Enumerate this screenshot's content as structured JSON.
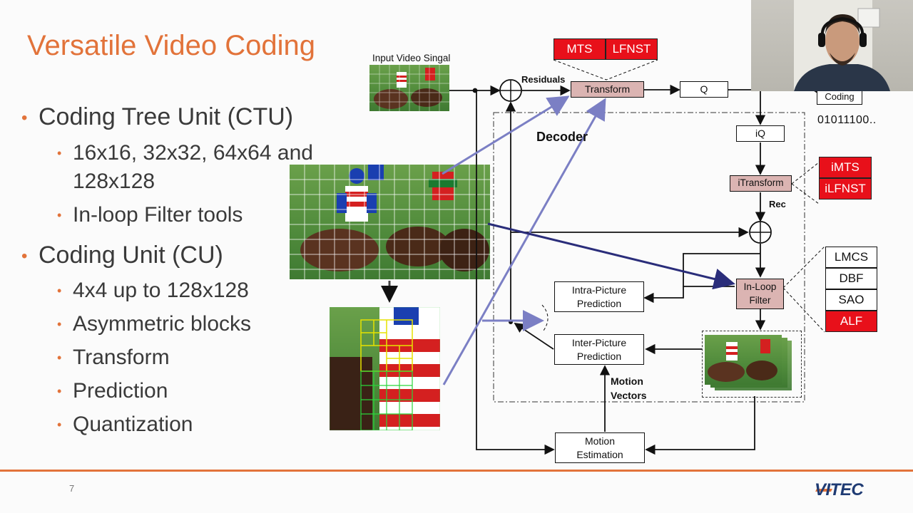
{
  "slide": {
    "title": "Versatile Video Coding",
    "page_number": "7",
    "logo_text": "VITEC",
    "bullets": [
      {
        "text": "Coding Tree Unit (CTU)",
        "level": 1
      },
      {
        "text": "16x16, 32x32, 64x64 and",
        "level": 2
      },
      {
        "text": "128x128",
        "level": 2,
        "continuation": true
      },
      {
        "text": "In-loop Filter tools",
        "level": 2
      },
      {
        "text": "Coding Unit (CU)",
        "level": 1
      },
      {
        "text": "4x4 up to 128x128",
        "level": 2
      },
      {
        "text": "Asymmetric blocks",
        "level": 2
      },
      {
        "text": "Transform",
        "level": 2
      },
      {
        "text": "Prediction",
        "level": 2
      },
      {
        "text": "Quantization",
        "level": 2
      }
    ]
  },
  "diagram": {
    "input_label": "Input Video Singal",
    "residuals_label": "Residuals",
    "transform": "Transform",
    "q": "Q",
    "coding": "Coding",
    "bitstream": "01011100..",
    "decoder_label": "Decoder",
    "iq": "iQ",
    "itransform": "iTransform",
    "rec_label": "Rec",
    "in_loop_filter": "In-Loop Filter",
    "intra_prediction": "Intra-Picture Prediction",
    "inter_prediction": "Inter-Picture Prediction",
    "motion_vectors": "Motion Vectors",
    "motion_estimation": "Motion Estimation",
    "transform_tools": [
      "MTS",
      "LFNST"
    ],
    "itransform_tools": [
      "iMTS",
      "iLFNST"
    ],
    "filter_tools": [
      {
        "label": "LMCS",
        "highlight": false
      },
      {
        "label": "DBF",
        "highlight": false
      },
      {
        "label": "SAO",
        "highlight": false
      },
      {
        "label": "ALF",
        "highlight": true
      }
    ]
  },
  "colors": {
    "accent": "#e2733a",
    "highlight_red": "#e8101a",
    "pink_box": "#dbb4b2",
    "arrow_blue": "#7b7fc4",
    "arrow_navy": "#2a2d7a",
    "logo_blue": "#1f3b73"
  },
  "icons": {
    "sum_node": "circle-plus-icon",
    "speaker": "webcam-presenter"
  }
}
